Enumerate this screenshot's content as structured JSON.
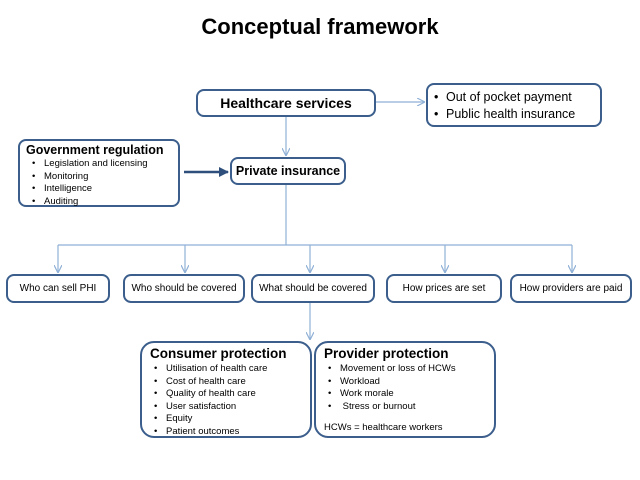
{
  "title": "Conceptual framework",
  "healthcare_services": "Healthcare services",
  "payment_list": [
    "Out of pocket payment",
    "Public health insurance"
  ],
  "government": {
    "title": "Government regulation",
    "items": [
      "Legislation and licensing",
      "Monitoring",
      "Intelligence",
      "Auditing"
    ]
  },
  "private_insurance": "Private insurance",
  "questions": [
    "Who can sell PHI",
    "Who should be covered",
    "What should be covered",
    "How prices are set",
    "How providers are paid"
  ],
  "consumer": {
    "title": "Consumer protection",
    "items": [
      "Utilisation of health care",
      "Cost of health care",
      "Quality of health care",
      "User satisfaction",
      "Equity",
      "Patient outcomes"
    ]
  },
  "provider": {
    "title": "Provider protection",
    "items": [
      "Movement  or loss of HCWs",
      "Workload",
      "Work morale",
      " Stress or burnout"
    ],
    "note": "HCWs = healthcare workers"
  },
  "colors": {
    "border": "#3b5e8c",
    "connector": "#8fb0d6",
    "thick_arrow": "#2e4f7c"
  }
}
